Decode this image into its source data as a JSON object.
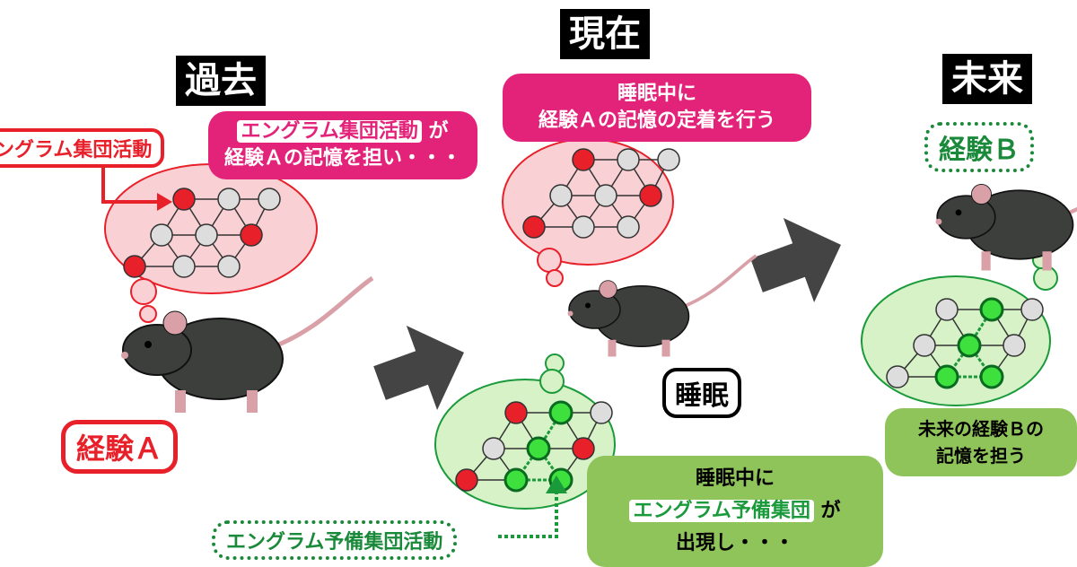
{
  "eras": {
    "past": "過去",
    "present": "現在",
    "future": "未来"
  },
  "past": {
    "engram_activity_tag": "ングラム集団活動",
    "bubble_highlight": "エングラム集団活動",
    "bubble_suffix": "が",
    "bubble_line2": "経験Ａの記憶を担い・・・",
    "experience_label": "経験Ａ"
  },
  "present": {
    "bubble_line1": "睡眠中に",
    "bubble_line2": "経験Ａの記憶の定着を行う",
    "sleep_label": "睡眠",
    "green_line1": "睡眠中に",
    "green_highlight": "エングラム予備集団",
    "green_suffix": "が",
    "green_line3": "出現し・・・",
    "reserve_activity_tag": "エングラム予備集団活動"
  },
  "future": {
    "experience_label": "経験Ｂ",
    "bubble_line1": "未来の経験Ｂの",
    "bubble_line2": "記憶を担う"
  },
  "colors": {
    "red": "#e8202a",
    "pink": "#e3227a",
    "green": "#1a9a3a",
    "lightgreen": "#8fc45a",
    "arrow": "#444444"
  }
}
